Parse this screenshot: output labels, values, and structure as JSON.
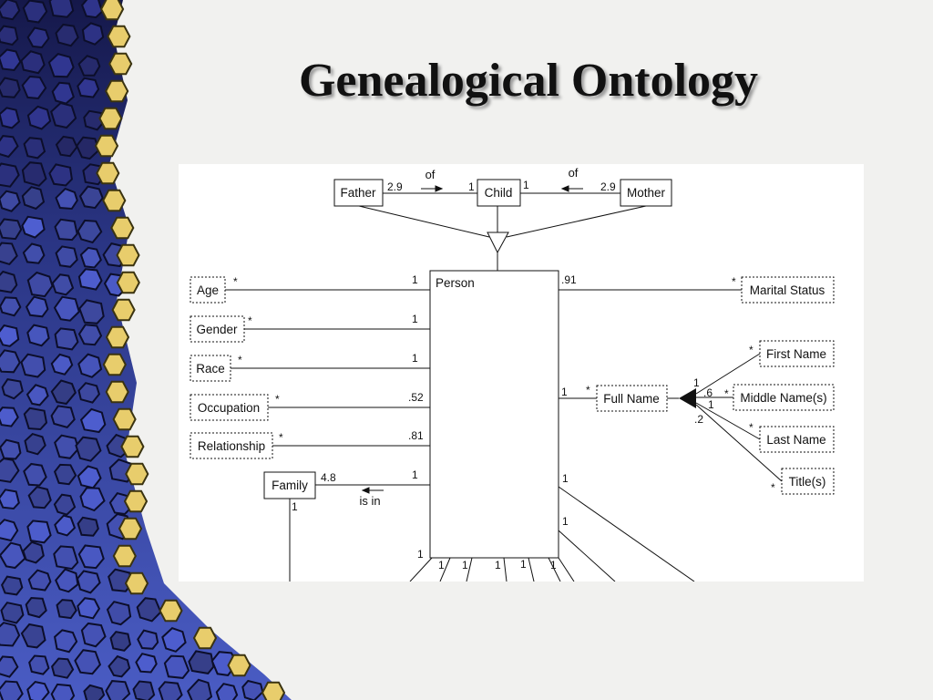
{
  "slide": {
    "title": "Genealogical Ontology",
    "colors": {
      "background": "#f1f1ef",
      "mosaic_blue": "#3a4aa8",
      "mosaic_dark": "#15184a",
      "mosaic_yellow": "#e8cd6c",
      "title": "#111111"
    }
  },
  "diagram": {
    "top": {
      "father": "Father",
      "child": "Child",
      "mother": "Mother",
      "father_mult": "2.9",
      "child_left_mult": "1",
      "child_right_mult": "1",
      "mother_mult": "2.9",
      "of_left": "of",
      "of_right": "of"
    },
    "person": {
      "label": "Person"
    },
    "left_attrs": {
      "age": {
        "label": "Age",
        "star": "*",
        "mult": "1"
      },
      "gender": {
        "label": "Gender",
        "star": "*",
        "mult": "1"
      },
      "race": {
        "label": "Race",
        "star": "*",
        "mult": "1"
      },
      "occupation": {
        "label": "Occupation",
        "star": "*",
        "mult": ".52"
      },
      "relationship": {
        "label": "Relationship",
        "star": "*",
        "mult": ".81"
      }
    },
    "family": {
      "label": "Family",
      "left_mult": "4.8",
      "right_mult": "1",
      "below_mult": "1",
      "rel": "is in"
    },
    "marital": {
      "label": "Marital Status",
      "star": "*",
      "mult": ".91"
    },
    "fullname": {
      "label": "Full Name",
      "left_mult": "1",
      "star": "*",
      "first": {
        "label": "First Name",
        "star": "*",
        "mult": "1"
      },
      "middle": {
        "label": "Middle Name(s)",
        "star": "*",
        "mult_a": ".6",
        "mult_b": "1"
      },
      "last": {
        "label": "Last Name",
        "star": "*"
      },
      "titles": {
        "label": "Title(s)",
        "star": "*",
        "mult": ".2"
      }
    },
    "right_lower": {
      "mult_a": "1",
      "mult_b": "1"
    },
    "bottom": {
      "m0": "1",
      "m1": "1",
      "m2": "1",
      "m3": "1",
      "m4": "1",
      "m5": "1"
    }
  }
}
